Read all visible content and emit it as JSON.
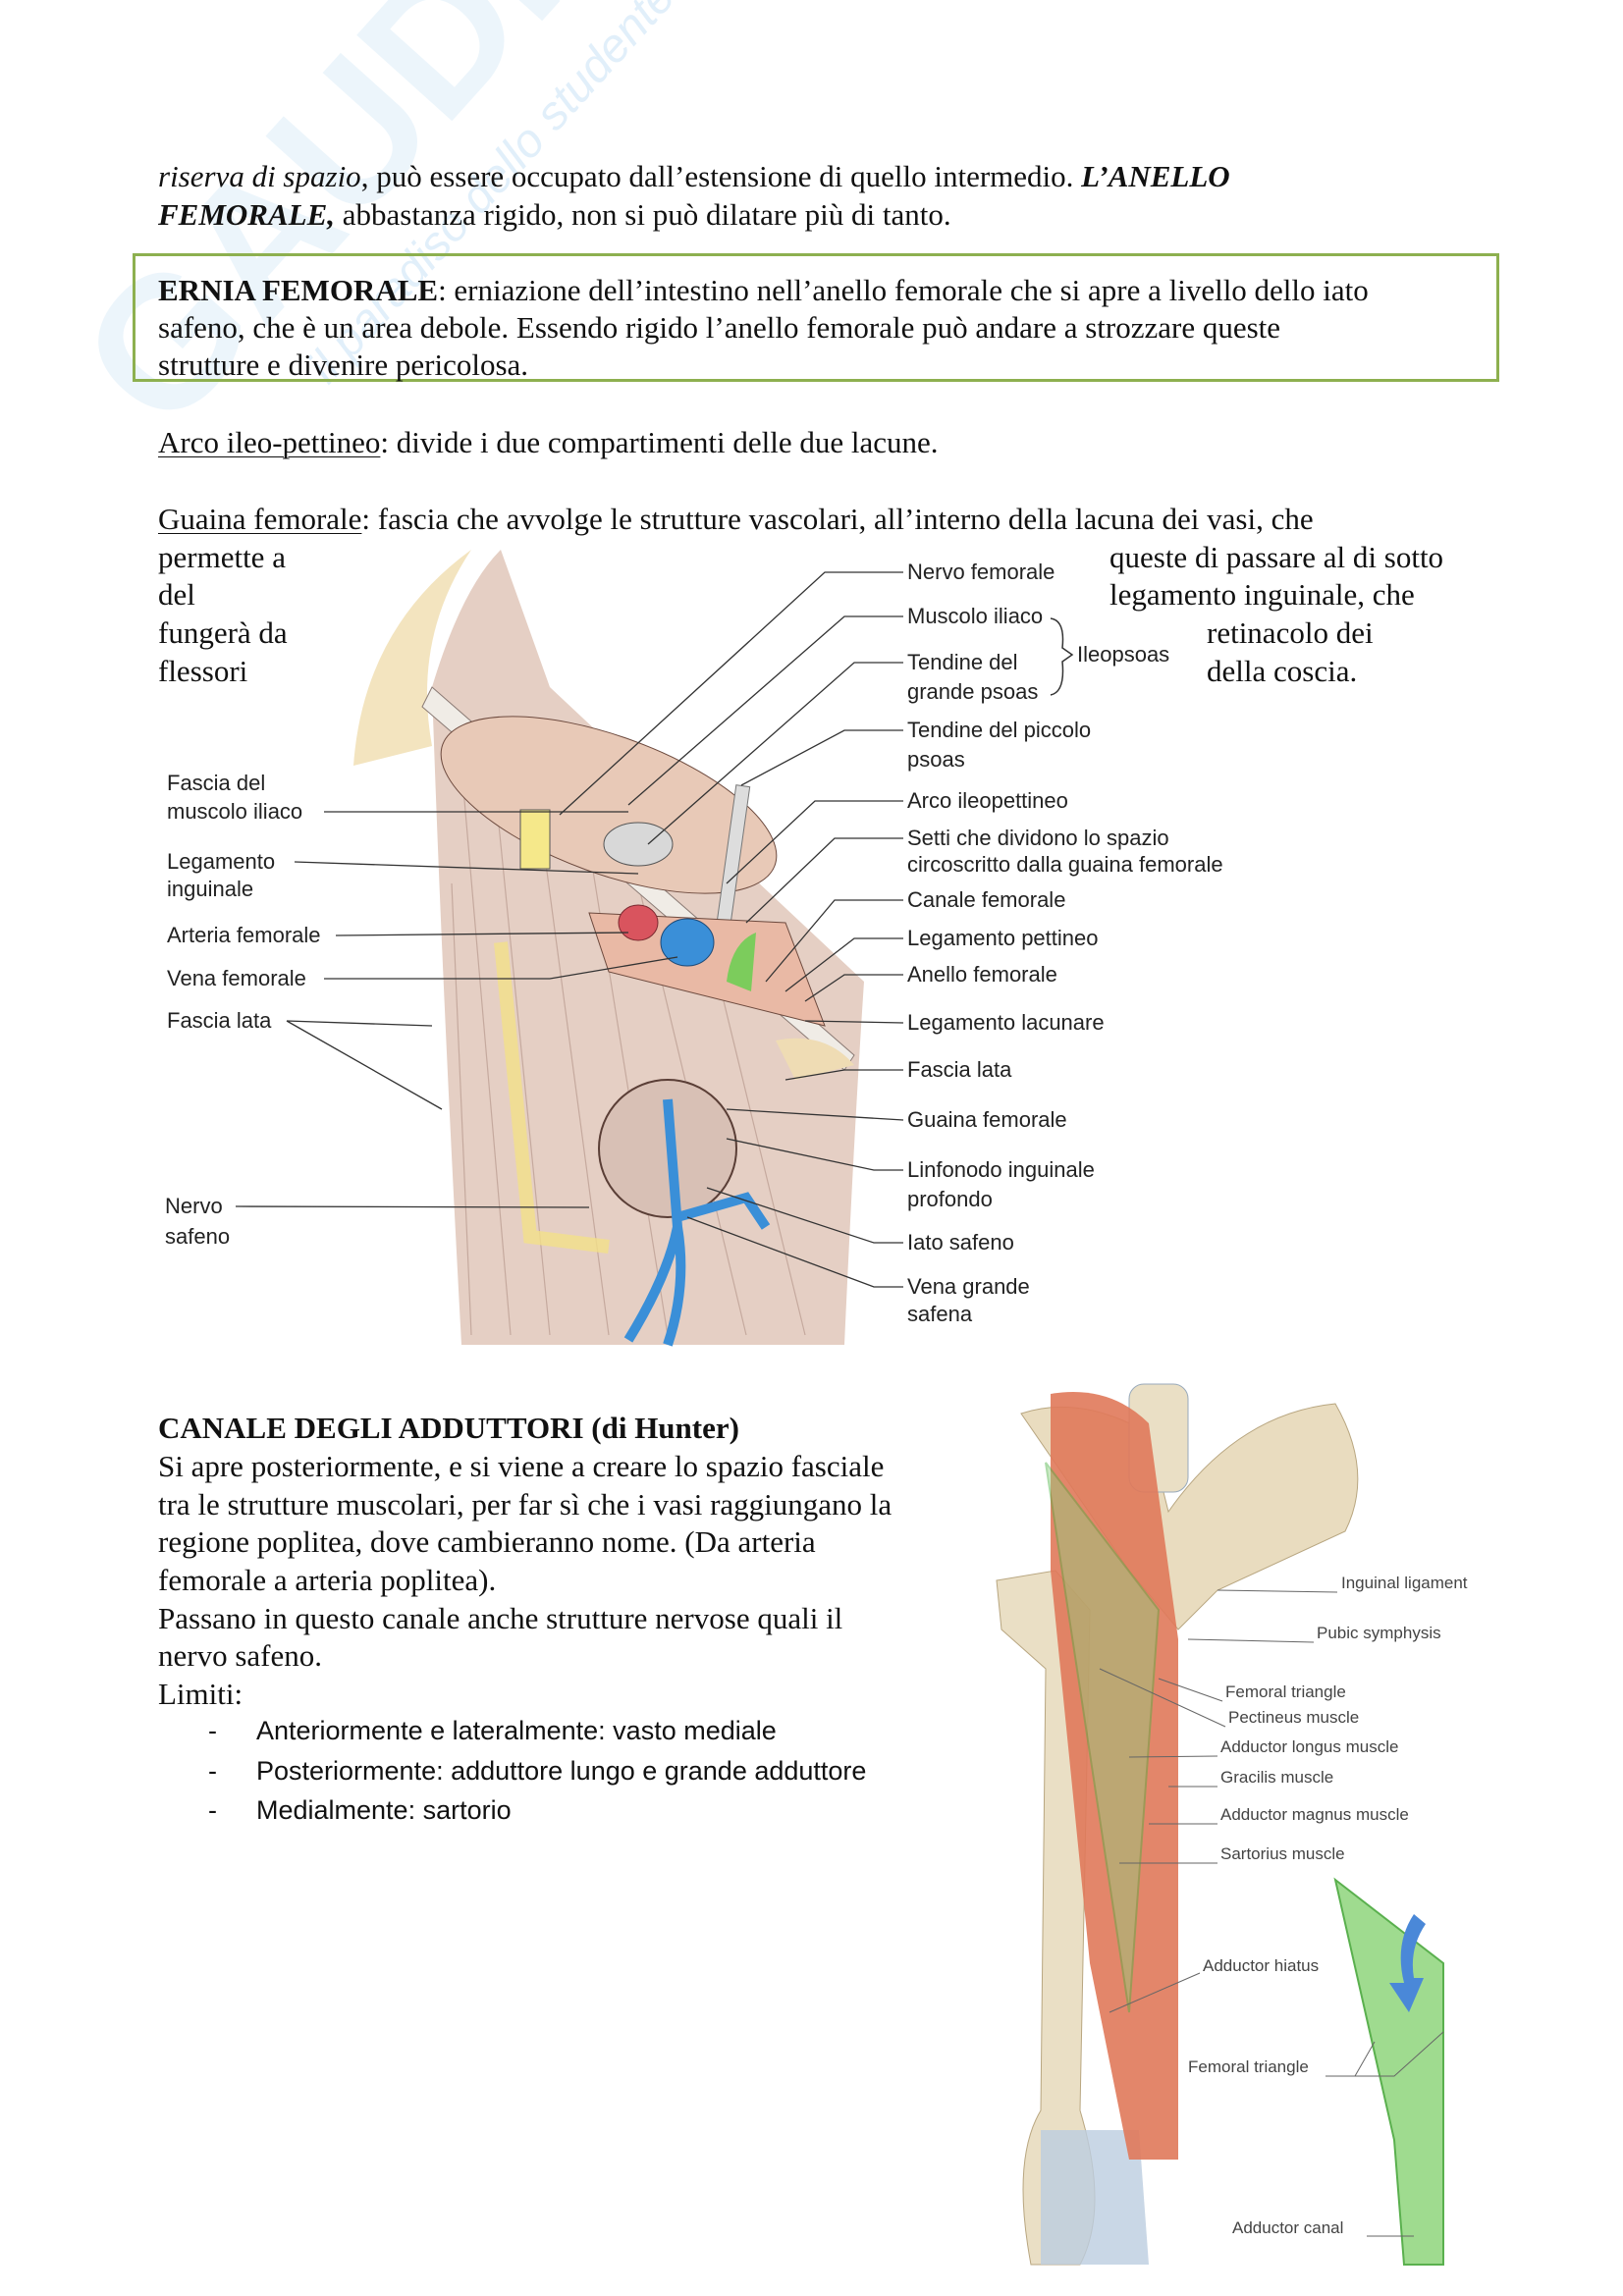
{
  "watermark": {
    "brand": "GAUDI",
    "tagline": "il paradiso dello studente"
  },
  "para1": {
    "l1_italic": "riserva di spazio",
    "l1_rest": ", può essere occupato dall’estensione di quello intermedio. ",
    "l1_bold_italic": "L’ANELLO",
    "l2_bold_italic": "FEMORALE,",
    "l2_rest": " abbastanza rigido, non si può dilatare più di tanto."
  },
  "ernia_box": {
    "title": "ERNIA FEMORALE",
    "l1_rest": ": erniazione dell’intestino nell’anello femorale che si apre a livello dello iato",
    "l2": "safeno, che è un area debole. Essendo rigido l’anello femorale può andare a strozzare queste",
    "l3": "strutture e divenire pericolosa."
  },
  "arco": {
    "term": "Arco ileo-pettineo",
    "rest": ": divide i due compartimenti delle due lacune."
  },
  "guaina": {
    "term": "Guaina femorale",
    "rest": ": fascia che avvolge le strutture vascolari, all’interno della lacuna dei vasi, che",
    "left_lines": [
      "permette a",
      "del",
      "fungerà da",
      "flessori"
    ],
    "right_lines": [
      "queste di passare al di sotto",
      "legamento inguinale, che",
      "retinacolo dei",
      "della coscia."
    ]
  },
  "figure1": {
    "right_labels": [
      "Nervo femorale",
      "Muscolo iliaco",
      "Tendine del",
      "grande psoas",
      "Ileopsoas",
      "Tendine del piccolo",
      "psoas",
      "Arco ileopettineo",
      "Setti che dividono lo spazio",
      "circoscritto dalla guaina femorale",
      "Canale femorale",
      "Legamento pettineo",
      "Anello femorale",
      "Legamento lacunare",
      "Fascia lata",
      "Guaina femorale",
      "Linfonodo inguinale",
      "profondo",
      "Iato safeno",
      "Vena grande",
      "safena"
    ],
    "left_labels": [
      "Fascia del",
      "muscolo iliaco",
      "Legamento",
      "inguinale",
      "Arteria femorale",
      "Vena femorale",
      "Fascia lata",
      "Nervo",
      "safeno"
    ]
  },
  "canale": {
    "title": "CANALE DEGLI ADDUTTORI (di Hunter)",
    "lines": [
      "Si apre posteriormente, e si viene a creare lo spazio fasciale",
      "tra le strutture muscolari, per far sì che i vasi raggiungano la",
      "regione poplitea, dove cambieranno nome. (Da arteria",
      "femorale a arteria poplitea).",
      "Passano in questo canale anche strutture nervose quali il",
      "nervo safeno.",
      "Limiti:"
    ],
    "bullet_marker": "-",
    "bullets": [
      "Anteriormente e lateralmente: vasto mediale",
      "Posteriormente: adduttore lungo e grande adduttore",
      "Medialmente: sartorio"
    ]
  },
  "figure2": {
    "labels": [
      "Inguinal ligament",
      "Pubic symphysis",
      "Femoral triangle",
      "Pectineus muscle",
      "Adductor longus muscle",
      "Gracilis muscle",
      "Adductor magnus muscle",
      "Sartorius muscle",
      "Adductor hiatus",
      "Femoral triangle",
      "Adductor canal"
    ]
  },
  "colors": {
    "box_border": "#8db04f",
    "muscle": "#e0795a",
    "bone": "#e9dcbf",
    "vein": "#3a8fd8",
    "artery": "#d9545e",
    "green": "#8fd07e"
  }
}
